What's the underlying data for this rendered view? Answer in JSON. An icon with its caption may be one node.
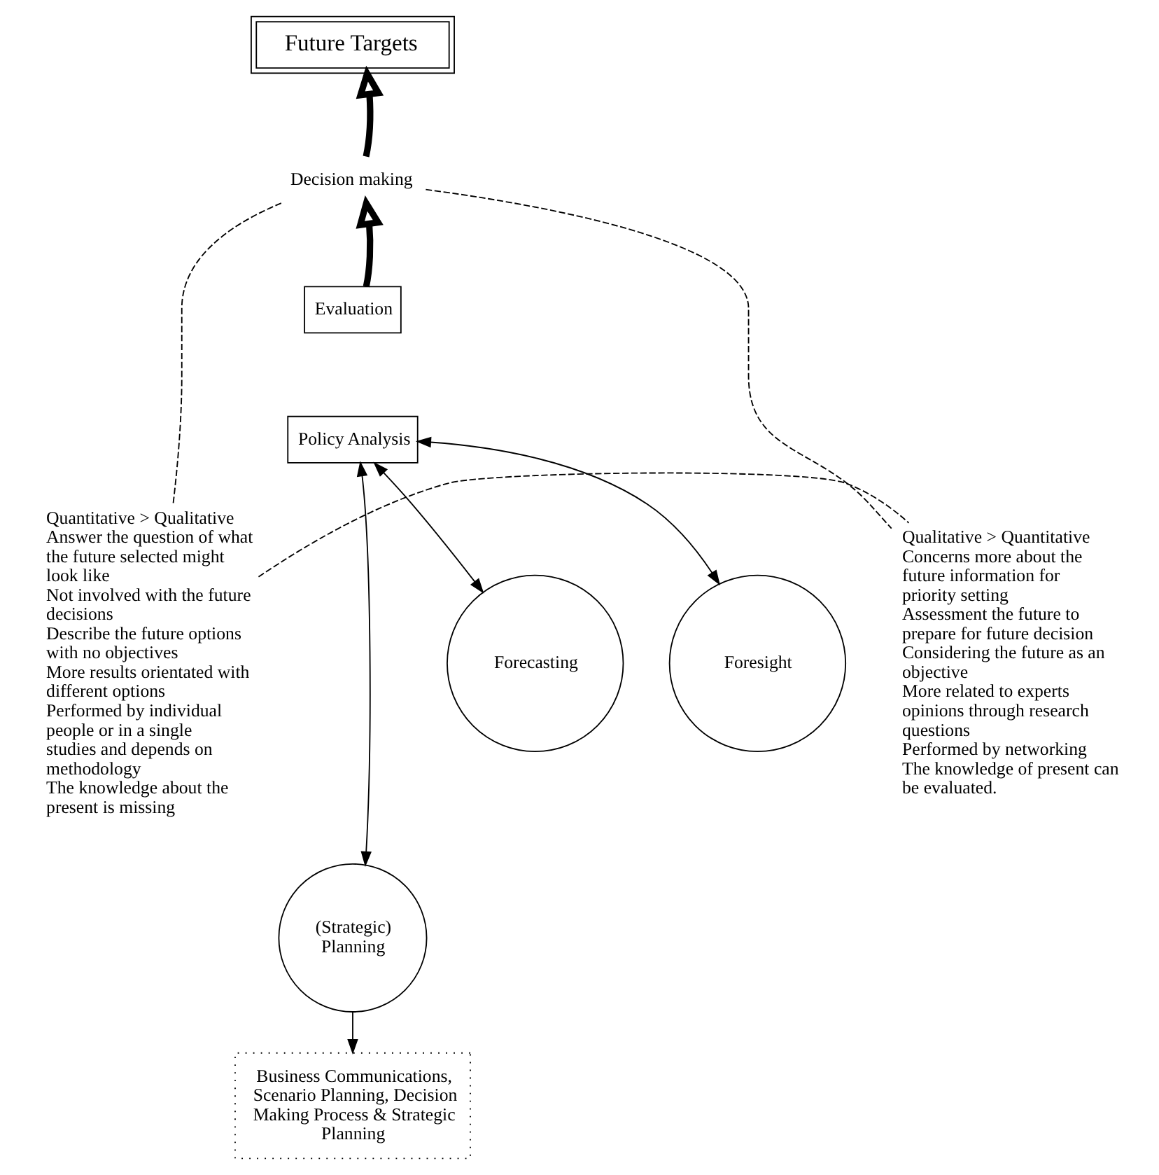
{
  "diagram": {
    "nodes": [
      {
        "text": [
          "Future Targets"
        ]
      },
      {
        "text": [
          "Decision making"
        ]
      },
      {
        "text": [
          "Evaluation"
        ]
      },
      {
        "text": [
          "Policy Analysis"
        ]
      },
      {
        "text": [
          "(Strategic) Planning"
        ]
      },
      {
        "text": [
          "Forecasting"
        ]
      },
      {
        "text": [
          "Foresight"
        ]
      },
      {
        "text": [
          "Business Communications, Scenario Planning, Decision Making Process & Strategic Planning"
        ]
      },
      {
        "text": [
          "Quantitative > Qualitative",
          "Answer the question of what the future selected might look like",
          "Not involved with the future decisions",
          "Describe the future options with no objectives",
          "More results orientated with different options",
          "Performed by individual people or in a single studies and depends on methodology",
          "The knowledge about the present is missing"
        ]
      },
      {
        "text": [
          "Qualitative > Quantitative",
          "Concerns more about the future information for priority setting",
          "Assessment the future to prepare for future decision",
          "Considering the future as an objective",
          "More related to experts opinions through research questions",
          "Performed by networking",
          "The knowledge of present can be evaluated."
        ]
      }
    ],
    "edges": [
      {
        "from": 1,
        "to": 0,
        "arrow": "to",
        "style": "thick"
      },
      {
        "from": 2,
        "to": 1,
        "arrow": "to",
        "style": "thick"
      },
      {
        "from": 3,
        "to": 4,
        "arrow": "both"
      },
      {
        "from": 3,
        "to": 5,
        "arrow": "both"
      },
      {
        "from": 3,
        "to": 6,
        "arrow": "both"
      },
      {
        "from": 4,
        "to": 7,
        "arrow": "to"
      },
      {
        "from": 1,
        "to": 8,
        "arrow": "none",
        "style": "dashed"
      },
      {
        "from": 1,
        "to": 9,
        "arrow": "none",
        "style": "dashed"
      },
      {
        "from": 8,
        "to": 9,
        "arrow": "none",
        "style": "dashed"
      }
    ]
  }
}
